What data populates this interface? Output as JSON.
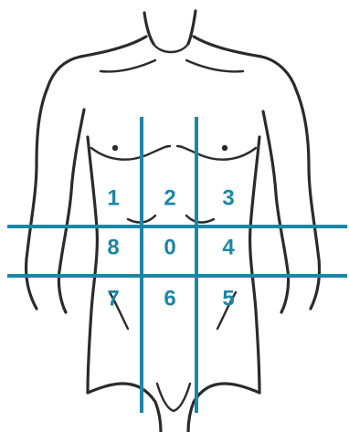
{
  "diagram": {
    "subject": "male torso front view",
    "grid_color": "#1b86a8",
    "outline_color": "#2b2b2b",
    "regions": [
      {
        "id": "region-1",
        "label": "1",
        "row": 0,
        "col": 0
      },
      {
        "id": "region-2",
        "label": "2",
        "row": 0,
        "col": 1
      },
      {
        "id": "region-3",
        "label": "3",
        "row": 0,
        "col": 2
      },
      {
        "id": "region-8",
        "label": "8",
        "row": 1,
        "col": 0
      },
      {
        "id": "region-0",
        "label": "0",
        "row": 1,
        "col": 1
      },
      {
        "id": "region-4",
        "label": "4",
        "row": 1,
        "col": 2
      },
      {
        "id": "region-7",
        "label": "7",
        "row": 2,
        "col": 0
      },
      {
        "id": "region-6",
        "label": "6",
        "row": 2,
        "col": 1
      },
      {
        "id": "region-5",
        "label": "5",
        "row": 2,
        "col": 2
      }
    ]
  }
}
